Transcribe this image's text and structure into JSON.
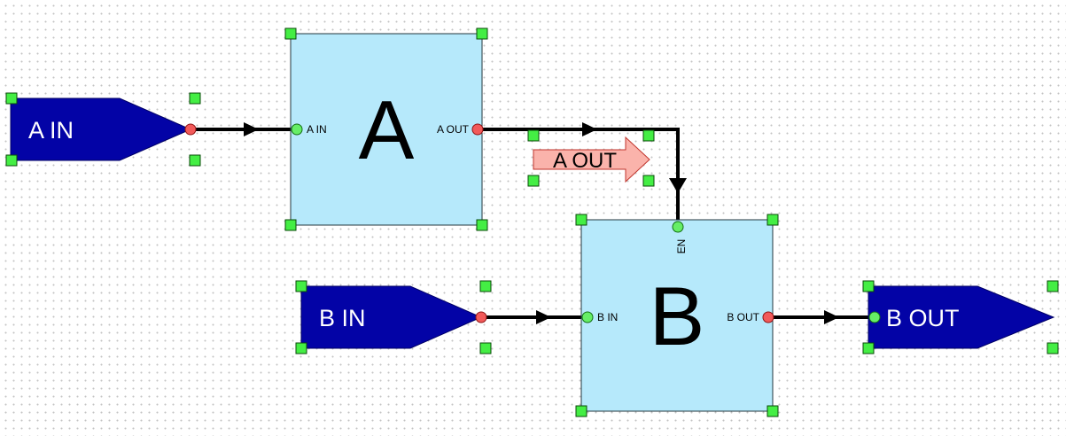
{
  "colors": {
    "block_fill": "#b6e9fb",
    "port_fill": "#0303a6",
    "handle": "#44ee44",
    "pin_in": "#66ee66",
    "pin_out": "#f25a5a",
    "label_arrow": "#fab3ab"
  },
  "ports": {
    "a_in": "A IN",
    "b_in": "B IN",
    "b_out": "B OUT"
  },
  "blocks": {
    "a": {
      "title": "A",
      "in_pin": "A IN",
      "out_pin": "A OUT"
    },
    "b": {
      "title": "B",
      "in_pin": "B IN",
      "out_pin": "B OUT",
      "en_pin": "EN"
    }
  },
  "net_label": "A OUT"
}
